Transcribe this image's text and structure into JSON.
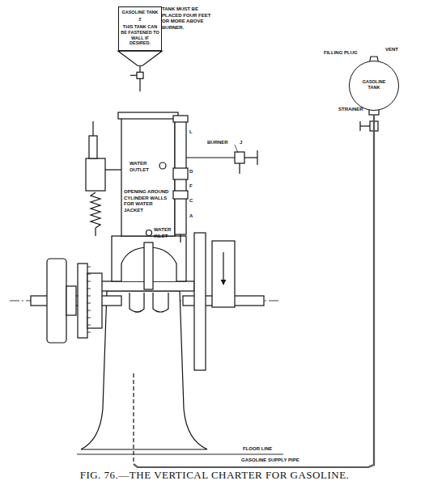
{
  "diagram": {
    "caption": "FIG. 76.—THE VERTICAL CHARTER FOR GASOLINE.",
    "nodes": [
      {
        "text": [
          "GASOLINE TANK",
          "Z",
          "THIS TANK CAN BE FASTENED TO WALL IF DESIRED."
        ]
      },
      {
        "text": [
          "GASOLINE TANK"
        ]
      }
    ],
    "labels": [
      "TANK MUST BE PLACED FOUR FEET OR MORE ABOVE BURNER.",
      "L",
      "BURNER",
      "J",
      "D",
      "F",
      "C",
      "A",
      "WATER OUTLET",
      "OPENING AROUND CYLINDER WALLS FOR WATER JACKET",
      "WATER INLET",
      "FILLING PLUG",
      "VENT",
      "STRAINER",
      "FLOOR LINE",
      "GASOLINE SUPPLY PIPE"
    ]
  }
}
